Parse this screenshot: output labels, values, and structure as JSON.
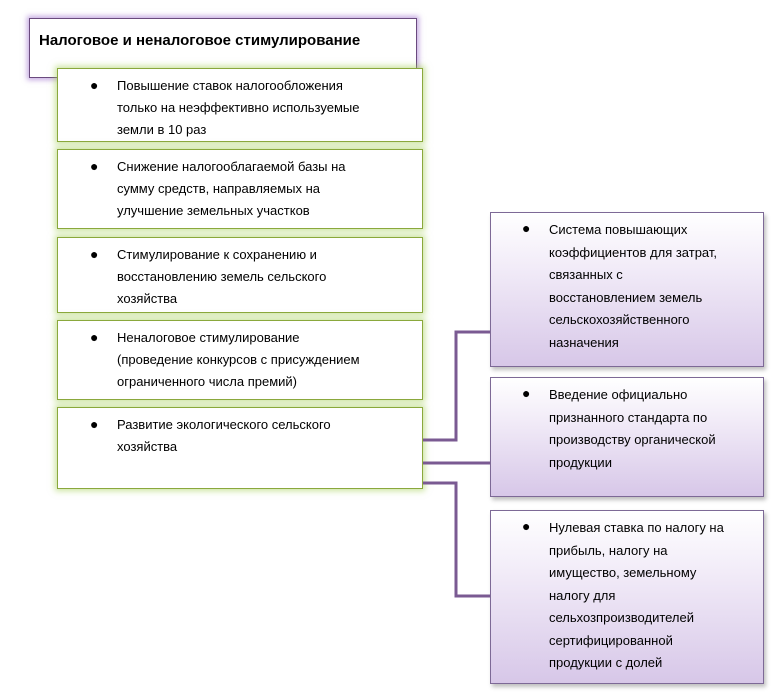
{
  "title": "Налоговое и неналоговое стимулирование",
  "left_items": [
    {
      "text": "Повышение ставок налогообложения\nтолько  на неэффективно используемые\nземли в 10 раз"
    },
    {
      "text": "Снижение налогооблагаемой базы на\nсумму средств, направляемых на\nулучшение земельных участков"
    },
    {
      "text": "Стимулирование к сохранению и\nвосстановлению земель сельского\nхозяйства"
    },
    {
      "text": "Неналоговое стимулирование\n(проведение конкурсов  с присуждением\nограниченного числа премий)"
    },
    {
      "text": "Развитие экологического сельского\nхозяйства"
    }
  ],
  "right_items": [
    {
      "text": "Система повышающих\nкоэффициентов для затрат,\nсвязанных с\nвосстановлением земель\nсельскохозяйственного\nназначения"
    },
    {
      "text": "Введение официально\nпризнанного стандарта по\nпроизводству органической\nпродукции"
    },
    {
      "text": "Нулевая ставка по налогу на\nприбыль, налогу на\nимущество, земельному\nналогу для\nсельхозпроизводителей\nсертифицированной\nпродукции с долей"
    }
  ],
  "bullet_symbol": "●",
  "colors": {
    "title_border": "#6a4a7e",
    "green_border": "#8aa83c",
    "purple_border": "#7d6996",
    "connector": "#7a5a92"
  }
}
